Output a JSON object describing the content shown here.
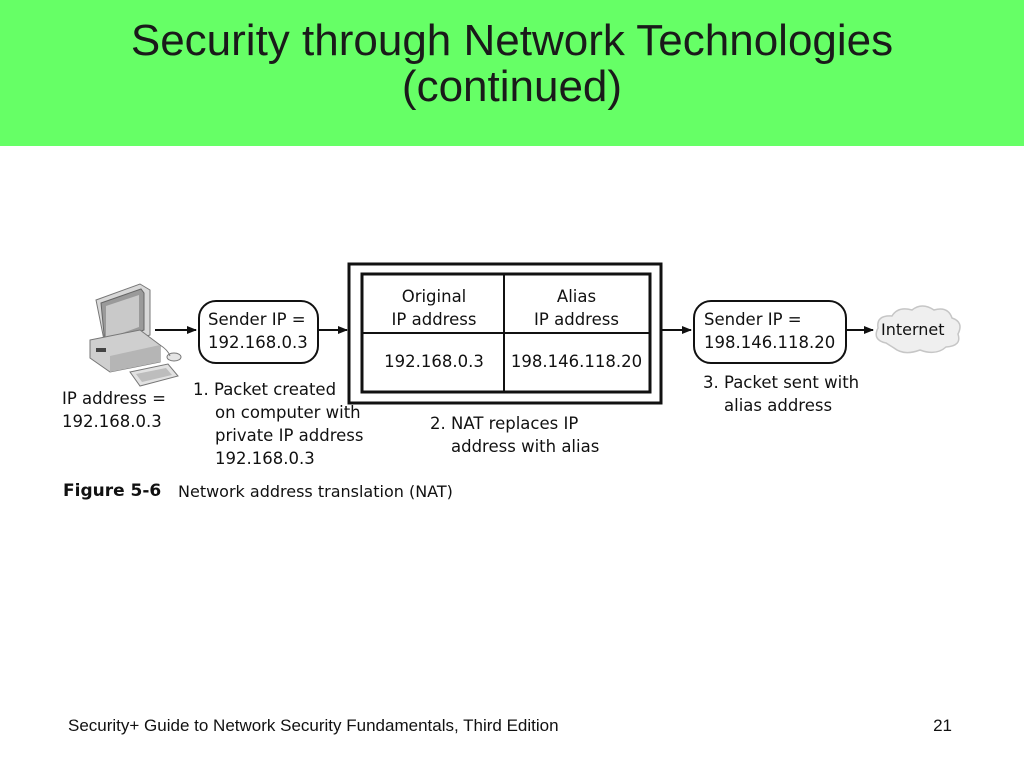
{
  "slide": {
    "title_line1": "Security through Network Technologies",
    "title_line2": "(continued)",
    "footer_text": "Security+ Guide to Network Security Fundamentals, Third Edition",
    "page_number": "21",
    "title_background": "#66ff66"
  },
  "figure": {
    "label": "Figure 5-6",
    "caption": "Network address translation (NAT)",
    "computer": {
      "icon": "desktop-computer-icon",
      "ip_line1": "IP address =",
      "ip_line2": "192.168.0.3"
    },
    "sender_box_left": {
      "line1": "Sender IP =",
      "line2": "192.168.0.3"
    },
    "step1": [
      "1. Packet created",
      "on computer with",
      "private IP address",
      "192.168.0.3"
    ],
    "nat_table": {
      "header_left_1": "Original",
      "header_left_2": "IP address",
      "header_right_1": "Alias",
      "header_right_2": "IP address",
      "value_left": "192.168.0.3",
      "value_right": "198.146.118.20"
    },
    "step2": [
      "2. NAT replaces IP",
      "address with alias"
    ],
    "sender_box_right": {
      "line1": "Sender IP =",
      "line2": "198.146.118.20"
    },
    "step3": [
      "3. Packet sent with",
      "alias address"
    ],
    "internet": {
      "icon": "cloud-icon",
      "label": "Internet"
    }
  }
}
